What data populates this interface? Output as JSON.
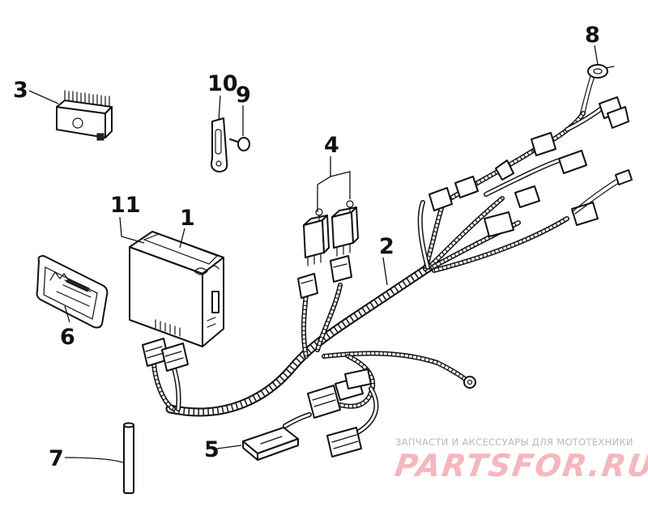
{
  "callouts": {
    "c1": "1",
    "c2": "2",
    "c3": "3",
    "c4": "4",
    "c5": "5",
    "c6": "6",
    "c7": "7",
    "c8": "8",
    "c9": "9",
    "c10": "10",
    "c11": "11"
  },
  "watermark": {
    "caption": "ЗАПЧАСТИ И АКСЕССУАРЫ ДЛЯ МОТОТЕХНИКИ",
    "logo": "PARTSFOR.RU",
    "caption_color": "#b9b9b9",
    "logo_color": "#f7b6bd"
  }
}
